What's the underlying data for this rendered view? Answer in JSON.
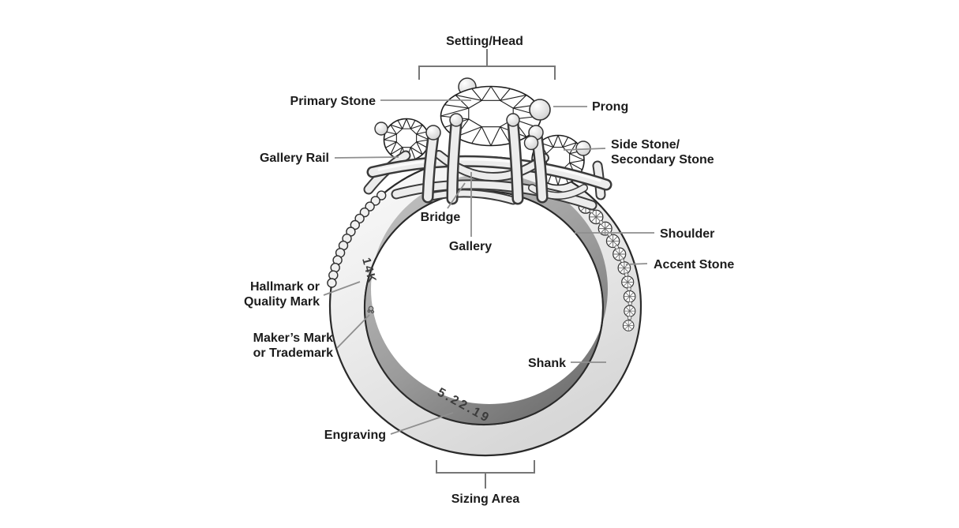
{
  "diagram": {
    "type": "annotated-illustration",
    "subject": "Anatomy of a three-stone diamond ring",
    "labels": {
      "setting_head": "Setting/Head",
      "primary_stone": "Primary Stone",
      "prong": "Prong",
      "gallery_rail": "Gallery Rail",
      "side_stone": {
        "line1": "Side Stone/",
        "line2": "Secondary Stone"
      },
      "bridge": "Bridge",
      "gallery": "Gallery",
      "shoulder": "Shoulder",
      "accent_stone": "Accent Stone",
      "hallmark": {
        "line1": "Hallmark or",
        "line2": "Quality Mark"
      },
      "makers_mark": {
        "line1": "Maker’s Mark",
        "line2": "or Trademark"
      },
      "shank": "Shank",
      "engraving": "Engraving",
      "sizing_area": "Sizing Area"
    },
    "markings": {
      "quality_mark": "14K",
      "engraving_text": "5.22.19"
    },
    "colors": {
      "background": "#ffffff",
      "label_text": "#1c1c1c",
      "connector_line": "#8f8f8f",
      "bracket_line": "#777777",
      "ring_outline": "#2a2a2a",
      "engraving_color": "#3c3c3c"
    }
  }
}
